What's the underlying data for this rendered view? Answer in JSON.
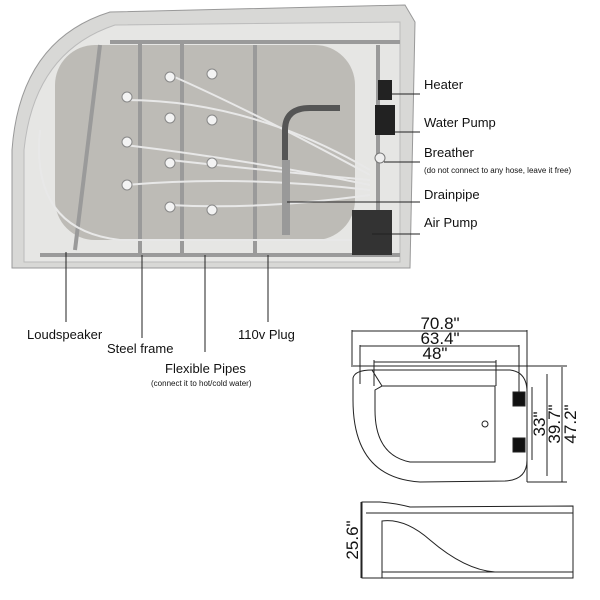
{
  "callouts": {
    "heater": "Heater",
    "water_pump": "Water Pump",
    "breather": "Breather",
    "breather_note": "(do not connect to any hose, leave it free)",
    "drainpipe": "Drainpipe",
    "air_pump": "Air Pump",
    "loudspeaker": "Loudspeaker",
    "steel_frame": "Steel frame",
    "flexible_pipes": "Flexible Pipes",
    "flexible_pipes_note": "(connect it to hot/cold water)",
    "plug": "110v Plug"
  },
  "dimensions": {
    "overall_length": "70.8\"",
    "inner_length": "63.4\"",
    "basin_length": "48\"",
    "basin_width": "33\"",
    "inner_width": "39.7\"",
    "overall_width": "47.2\"",
    "height": "25.6\""
  }
}
